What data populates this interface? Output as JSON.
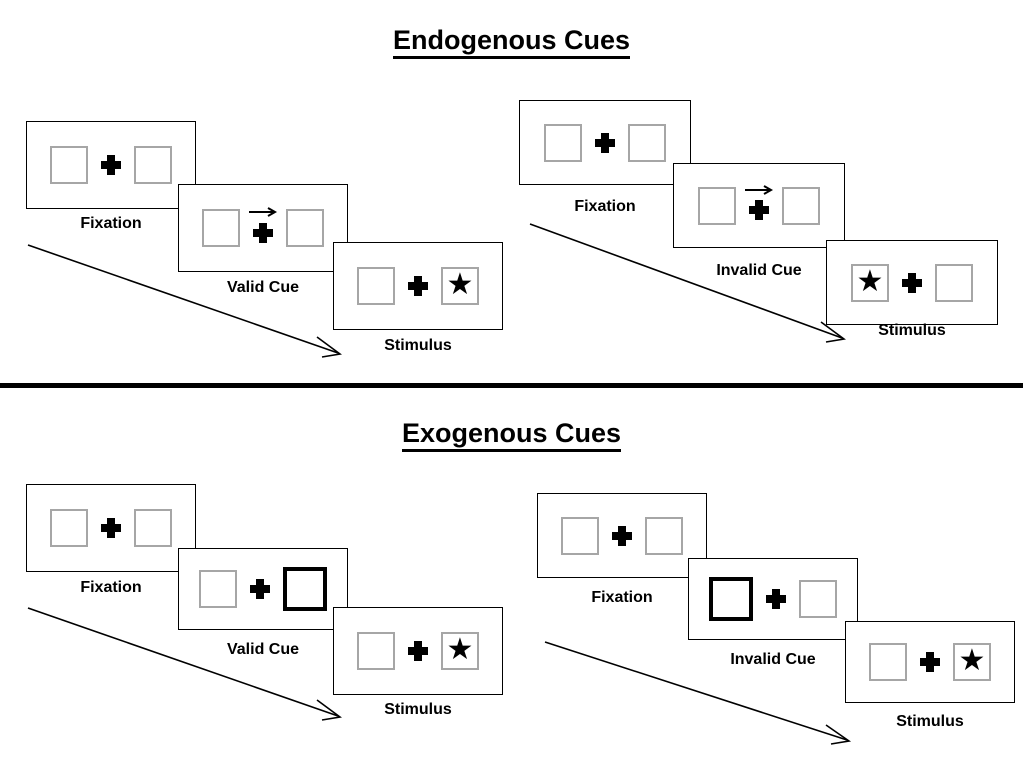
{
  "sections": [
    {
      "id": "endogenous",
      "title": "Endogenous Cues",
      "trials": [
        {
          "id": "endogenous-valid",
          "stages": [
            {
              "id": "fixation",
              "caption": "Fixation",
              "left_box": "empty",
              "right_box": "empty",
              "cue": "none"
            },
            {
              "id": "cue",
              "caption": "Valid Cue",
              "left_box": "empty",
              "right_box": "empty",
              "cue": "arrow-right"
            },
            {
              "id": "stimulus",
              "caption": "Stimulus",
              "left_box": "empty",
              "right_box": "star",
              "cue": "none"
            }
          ]
        },
        {
          "id": "endogenous-invalid",
          "stages": [
            {
              "id": "fixation",
              "caption": "Fixation",
              "left_box": "empty",
              "right_box": "empty",
              "cue": "none"
            },
            {
              "id": "cue",
              "caption": "Invalid Cue",
              "left_box": "empty",
              "right_box": "empty",
              "cue": "arrow-right"
            },
            {
              "id": "stimulus",
              "caption": "Stimulus",
              "left_box": "star",
              "right_box": "empty",
              "cue": "none"
            }
          ]
        }
      ]
    },
    {
      "id": "exogenous",
      "title": "Exogenous Cues",
      "trials": [
        {
          "id": "exogenous-valid",
          "stages": [
            {
              "id": "fixation",
              "caption": "Fixation",
              "left_box": "empty",
              "right_box": "empty",
              "cue": "none"
            },
            {
              "id": "cue",
              "caption": "Valid Cue",
              "left_box": "empty",
              "right_box": "highlight",
              "cue": "none"
            },
            {
              "id": "stimulus",
              "caption": "Stimulus",
              "left_box": "empty",
              "right_box": "star",
              "cue": "none"
            }
          ]
        },
        {
          "id": "exogenous-invalid",
          "stages": [
            {
              "id": "fixation",
              "caption": "Fixation",
              "left_box": "empty",
              "right_box": "empty",
              "cue": "none"
            },
            {
              "id": "cue",
              "caption": "Invalid Cue",
              "left_box": "highlight",
              "right_box": "empty",
              "cue": "none"
            },
            {
              "id": "stimulus",
              "caption": "Stimulus",
              "left_box": "empty",
              "right_box": "star",
              "cue": "none"
            }
          ]
        }
      ]
    }
  ],
  "glyphs": {
    "star": "★"
  },
  "colors": {
    "box_border": "#A6A6A6",
    "box_border_cued": "#000000",
    "card_border": "#000000",
    "divider": "#000000",
    "text": "#000000",
    "background": "#FFFFFF"
  },
  "time_arrow_label": "time-progression-arrow"
}
